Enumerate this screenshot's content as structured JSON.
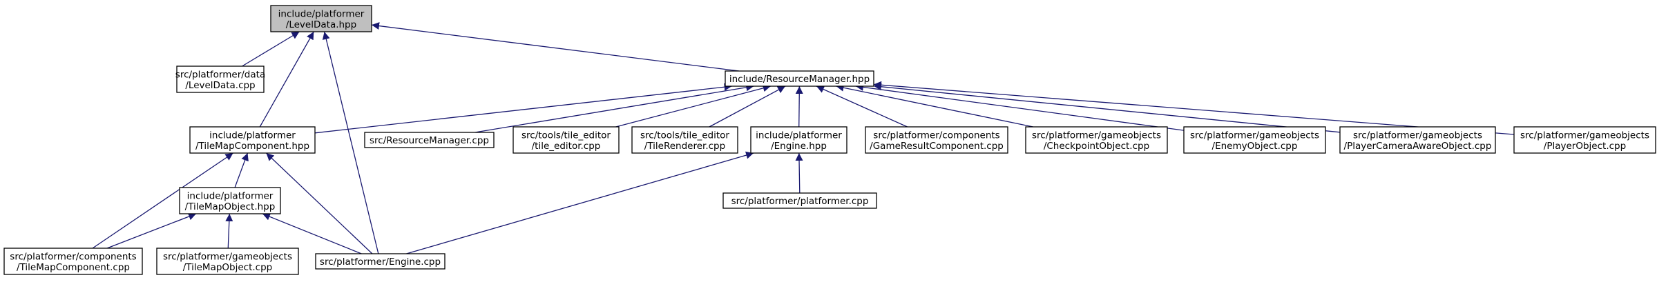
{
  "graph": {
    "edge_color": "#191970",
    "highlight_fill": "#bfbfbf",
    "nodes": [
      {
        "id": "leveldata_hpp",
        "label": [
          "include/platformer",
          "/LevelData.hpp"
        ],
        "highlight": true
      },
      {
        "id": "leveldata_cpp",
        "label": [
          "src/platformer/data",
          "/LevelData.cpp"
        ]
      },
      {
        "id": "resourcemanager_hpp",
        "label": [
          "include/ResourceManager.hpp"
        ]
      },
      {
        "id": "tilemapcomponent_hpp",
        "label": [
          "include/platformer",
          "/TileMapComponent.hpp"
        ]
      },
      {
        "id": "resourcemanager_cpp",
        "label": [
          "src/ResourceManager.cpp"
        ]
      },
      {
        "id": "tile_editor_cpp",
        "label": [
          "src/tools/tile_editor",
          "/tile_editor.cpp"
        ]
      },
      {
        "id": "tilerenderer_cpp",
        "label": [
          "src/tools/tile_editor",
          "/TileRenderer.cpp"
        ]
      },
      {
        "id": "engine_hpp",
        "label": [
          "include/platformer",
          "/Engine.hpp"
        ]
      },
      {
        "id": "gameresultcomponent_cpp",
        "label": [
          "src/platformer/components",
          "/GameResultComponent.cpp"
        ]
      },
      {
        "id": "checkpointobject_cpp",
        "label": [
          "src/platformer/gameobjects",
          "/CheckpointObject.cpp"
        ]
      },
      {
        "id": "enemyobject_cpp",
        "label": [
          "src/platformer/gameobjects",
          "/EnemyObject.cpp"
        ]
      },
      {
        "id": "playercameraawareobject_cpp",
        "label": [
          "src/platformer/gameobjects",
          "/PlayerCameraAwareObject.cpp"
        ]
      },
      {
        "id": "playerobject_cpp",
        "label": [
          "src/platformer/gameobjects",
          "/PlayerObject.cpp"
        ]
      },
      {
        "id": "tilemapobject_hpp",
        "label": [
          "include/platformer",
          "/TileMapObject.hpp"
        ]
      },
      {
        "id": "platformer_cpp",
        "label": [
          "src/platformer/platformer.cpp"
        ]
      },
      {
        "id": "tilemapcomponent_cpp",
        "label": [
          "src/platformer/components",
          "/TileMapComponent.cpp"
        ]
      },
      {
        "id": "tilemapobject_cpp",
        "label": [
          "src/platformer/gameobjects",
          "/TileMapObject.cpp"
        ]
      },
      {
        "id": "engine_cpp",
        "label": [
          "src/platformer/Engine.cpp"
        ]
      }
    ],
    "edges": [
      {
        "from": "leveldata_cpp",
        "to": "leveldata_hpp"
      },
      {
        "from": "resourcemanager_hpp",
        "to": "leveldata_hpp"
      },
      {
        "from": "tilemapcomponent_hpp",
        "to": "leveldata_hpp"
      },
      {
        "from": "engine_cpp",
        "to": "leveldata_hpp"
      },
      {
        "from": "tilemapcomponent_hpp",
        "to": "resourcemanager_hpp"
      },
      {
        "from": "resourcemanager_cpp",
        "to": "resourcemanager_hpp"
      },
      {
        "from": "tile_editor_cpp",
        "to": "resourcemanager_hpp"
      },
      {
        "from": "tilerenderer_cpp",
        "to": "resourcemanager_hpp"
      },
      {
        "from": "engine_hpp",
        "to": "resourcemanager_hpp"
      },
      {
        "from": "gameresultcomponent_cpp",
        "to": "resourcemanager_hpp"
      },
      {
        "from": "checkpointobject_cpp",
        "to": "resourcemanager_hpp"
      },
      {
        "from": "enemyobject_cpp",
        "to": "resourcemanager_hpp"
      },
      {
        "from": "playercameraawareobject_cpp",
        "to": "resourcemanager_hpp"
      },
      {
        "from": "playerobject_cpp",
        "to": "resourcemanager_hpp"
      },
      {
        "from": "tilemapobject_hpp",
        "to": "tilemapcomponent_hpp"
      },
      {
        "from": "tilemapcomponent_cpp",
        "to": "tilemapcomponent_hpp"
      },
      {
        "from": "engine_cpp",
        "to": "tilemapcomponent_hpp"
      },
      {
        "from": "tilemapcomponent_cpp",
        "to": "tilemapobject_hpp"
      },
      {
        "from": "tilemapobject_cpp",
        "to": "tilemapobject_hpp"
      },
      {
        "from": "engine_cpp",
        "to": "tilemapobject_hpp"
      },
      {
        "from": "engine_cpp",
        "to": "engine_hpp"
      },
      {
        "from": "platformer_cpp",
        "to": "engine_hpp"
      }
    ]
  }
}
